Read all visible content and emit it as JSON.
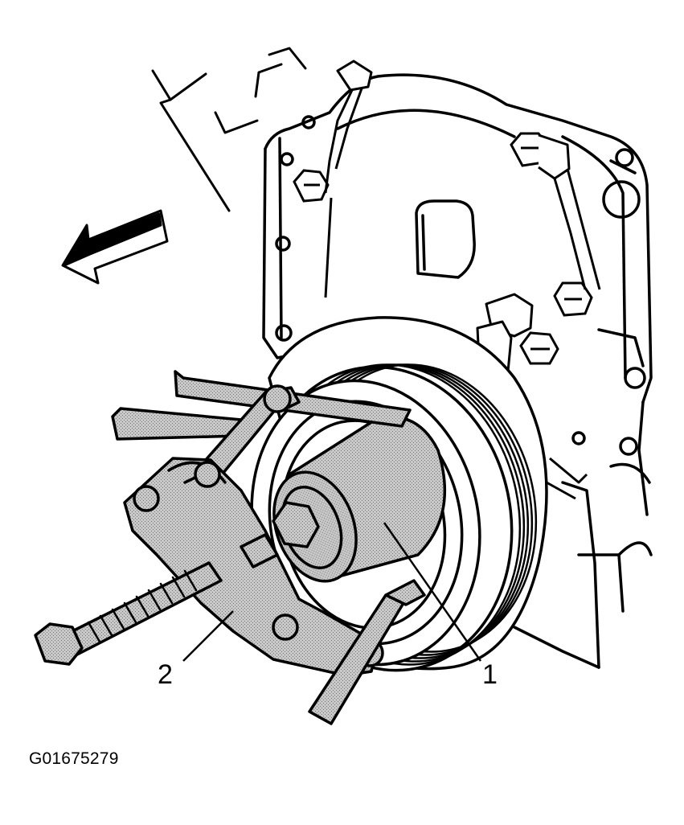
{
  "figure": {
    "id_label": "G01675279",
    "callouts": [
      {
        "number": "1"
      },
      {
        "number": "2"
      }
    ]
  },
  "colors": {
    "line": "#000000",
    "paper": "#ffffff",
    "tool_shade": "#b9b9b9"
  }
}
